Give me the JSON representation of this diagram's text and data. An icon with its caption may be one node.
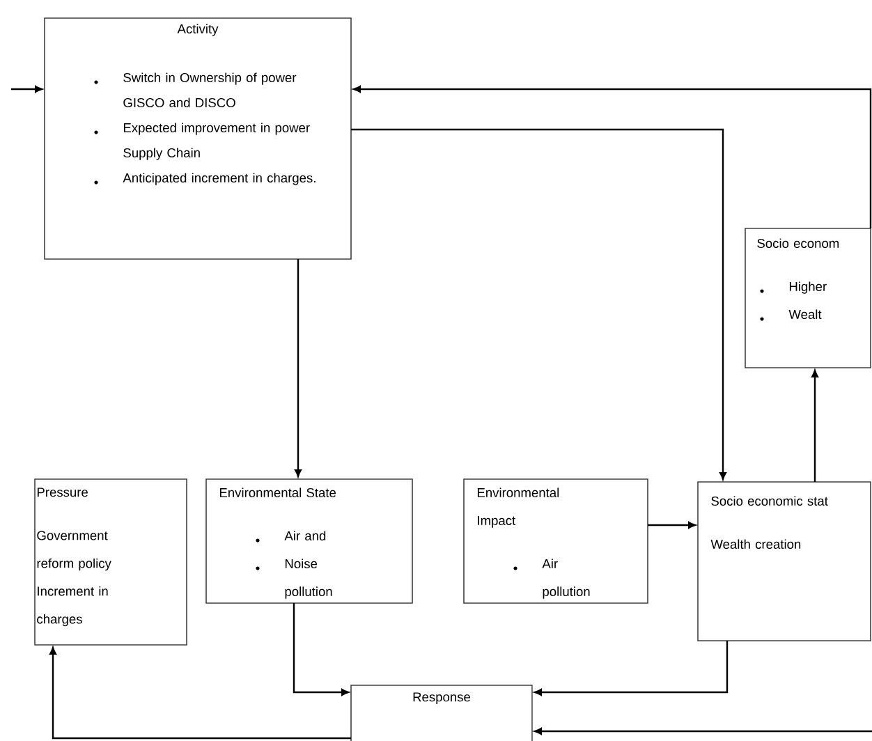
{
  "diagram": {
    "nodes": [
      {
        "text": [
          "Activity",
          "Switch in Ownership of power GISCO and DISCO",
          "Expected improvement in power Supply Chain",
          "Anticipated increment in charges."
        ]
      },
      {
        "text": [
          "Socio econom",
          "Higher",
          "Wealt"
        ]
      },
      {
        "text": [
          "Pressure",
          "Government reform policy Increment in charges"
        ]
      },
      {
        "text": [
          "Environmental State",
          "Air and",
          "Noise pollution"
        ]
      },
      {
        "text": [
          "Environmental Impact",
          "Air pollution"
        ]
      },
      {
        "text": [
          "Socio economic stat",
          "Wealth creation"
        ]
      },
      {
        "text": [
          "Response"
        ]
      }
    ],
    "edges": [
      {
        "from": 0,
        "to": 3,
        "arrow": "to"
      },
      {
        "from": 0,
        "to": 5,
        "arrow": "to"
      },
      {
        "from": 5,
        "to": 1,
        "arrow": "to"
      },
      {
        "from": 1,
        "to": 0,
        "arrow": "to"
      },
      {
        "from": 4,
        "to": 5,
        "arrow": "to"
      },
      {
        "from": 3,
        "to": 6,
        "arrow": "to"
      },
      {
        "from": 5,
        "to": 6,
        "arrow": "to"
      },
      {
        "from": null,
        "to": 6,
        "arrow": "to"
      },
      {
        "from": 6,
        "to": 2,
        "arrow": "to"
      },
      {
        "from": null,
        "to": 0,
        "arrow": "to"
      }
    ]
  }
}
